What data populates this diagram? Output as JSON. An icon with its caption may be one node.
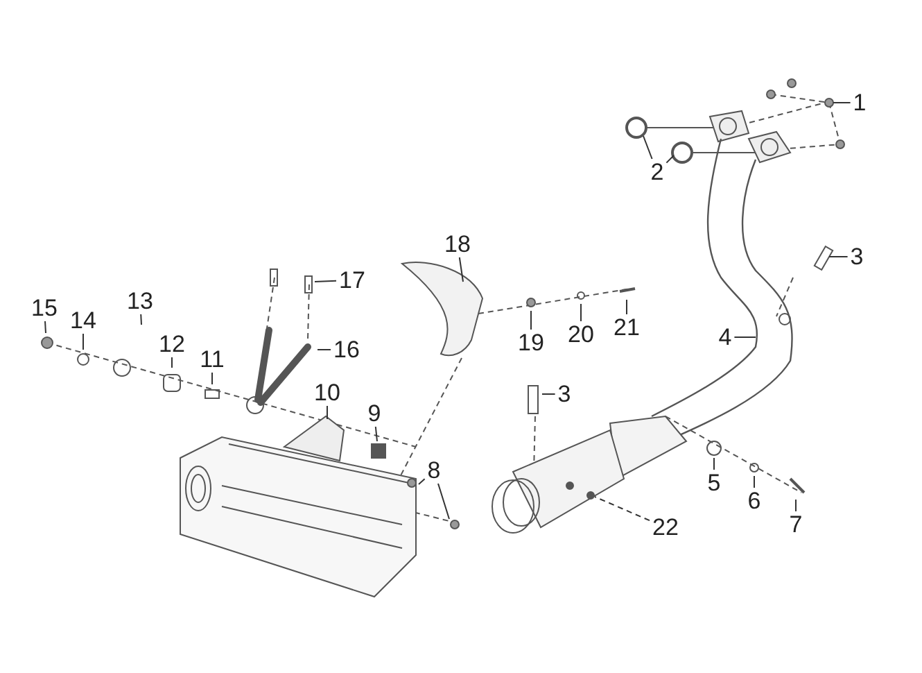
{
  "diagram": {
    "nodes": [
      {
        "text": [
          "1"
        ]
      },
      {
        "text": [
          "2"
        ]
      },
      {
        "text": [
          "3"
        ]
      },
      {
        "text": [
          "18"
        ]
      },
      {
        "text": [
          "17"
        ]
      },
      {
        "text": [
          "13"
        ]
      },
      {
        "text": [
          "15"
        ]
      },
      {
        "text": [
          "14"
        ]
      },
      {
        "text": [
          "16"
        ]
      },
      {
        "text": [
          "12"
        ]
      },
      {
        "text": [
          "19"
        ]
      },
      {
        "text": [
          "20"
        ]
      },
      {
        "text": [
          "21"
        ]
      },
      {
        "text": [
          "4"
        ]
      },
      {
        "text": [
          "11"
        ]
      },
      {
        "text": [
          "3"
        ]
      },
      {
        "text": [
          "10"
        ]
      },
      {
        "text": [
          "9"
        ]
      },
      {
        "text": [
          "8"
        ]
      },
      {
        "text": [
          "5"
        ]
      },
      {
        "text": [
          "6"
        ]
      },
      {
        "text": [
          "22"
        ]
      },
      {
        "text": [
          "7"
        ]
      }
    ],
    "edges": [
      {
        "from": 0,
        "to": null,
        "arrow": "none"
      },
      {
        "from": 1,
        "to": null,
        "arrow": "none"
      },
      {
        "from": 1,
        "to": null,
        "arrow": "none"
      },
      {
        "from": 2,
        "to": null,
        "arrow": "none"
      },
      {
        "from": 3,
        "to": null,
        "arrow": "none"
      },
      {
        "from": 4,
        "to": null,
        "arrow": "none"
      },
      {
        "from": 5,
        "to": null,
        "arrow": "none"
      },
      {
        "from": 6,
        "to": null,
        "arrow": "none"
      },
      {
        "from": 7,
        "to": null,
        "arrow": "none"
      },
      {
        "from": 8,
        "to": null,
        "arrow": "none"
      },
      {
        "from": 9,
        "to": null,
        "arrow": "none"
      },
      {
        "from": 10,
        "to": null,
        "arrow": "none"
      },
      {
        "from": 11,
        "to": null,
        "arrow": "none"
      },
      {
        "from": 12,
        "to": null,
        "arrow": "none"
      },
      {
        "from": 13,
        "to": null,
        "arrow": "none"
      },
      {
        "from": 14,
        "to": null,
        "arrow": "none"
      },
      {
        "from": 15,
        "to": null,
        "arrow": "none"
      },
      {
        "from": 16,
        "to": null,
        "arrow": "none"
      },
      {
        "from": 17,
        "to": null,
        "arrow": "none"
      },
      {
        "from": 18,
        "to": null,
        "arrow": "none"
      },
      {
        "from": 18,
        "to": null,
        "arrow": "none"
      },
      {
        "from": 19,
        "to": null,
        "arrow": "none"
      },
      {
        "from": 20,
        "to": null,
        "arrow": "none"
      },
      {
        "from": 21,
        "to": null,
        "arrow": "none",
        "style": "dashed"
      },
      {
        "from": 22,
        "to": null,
        "arrow": "none"
      }
    ]
  }
}
